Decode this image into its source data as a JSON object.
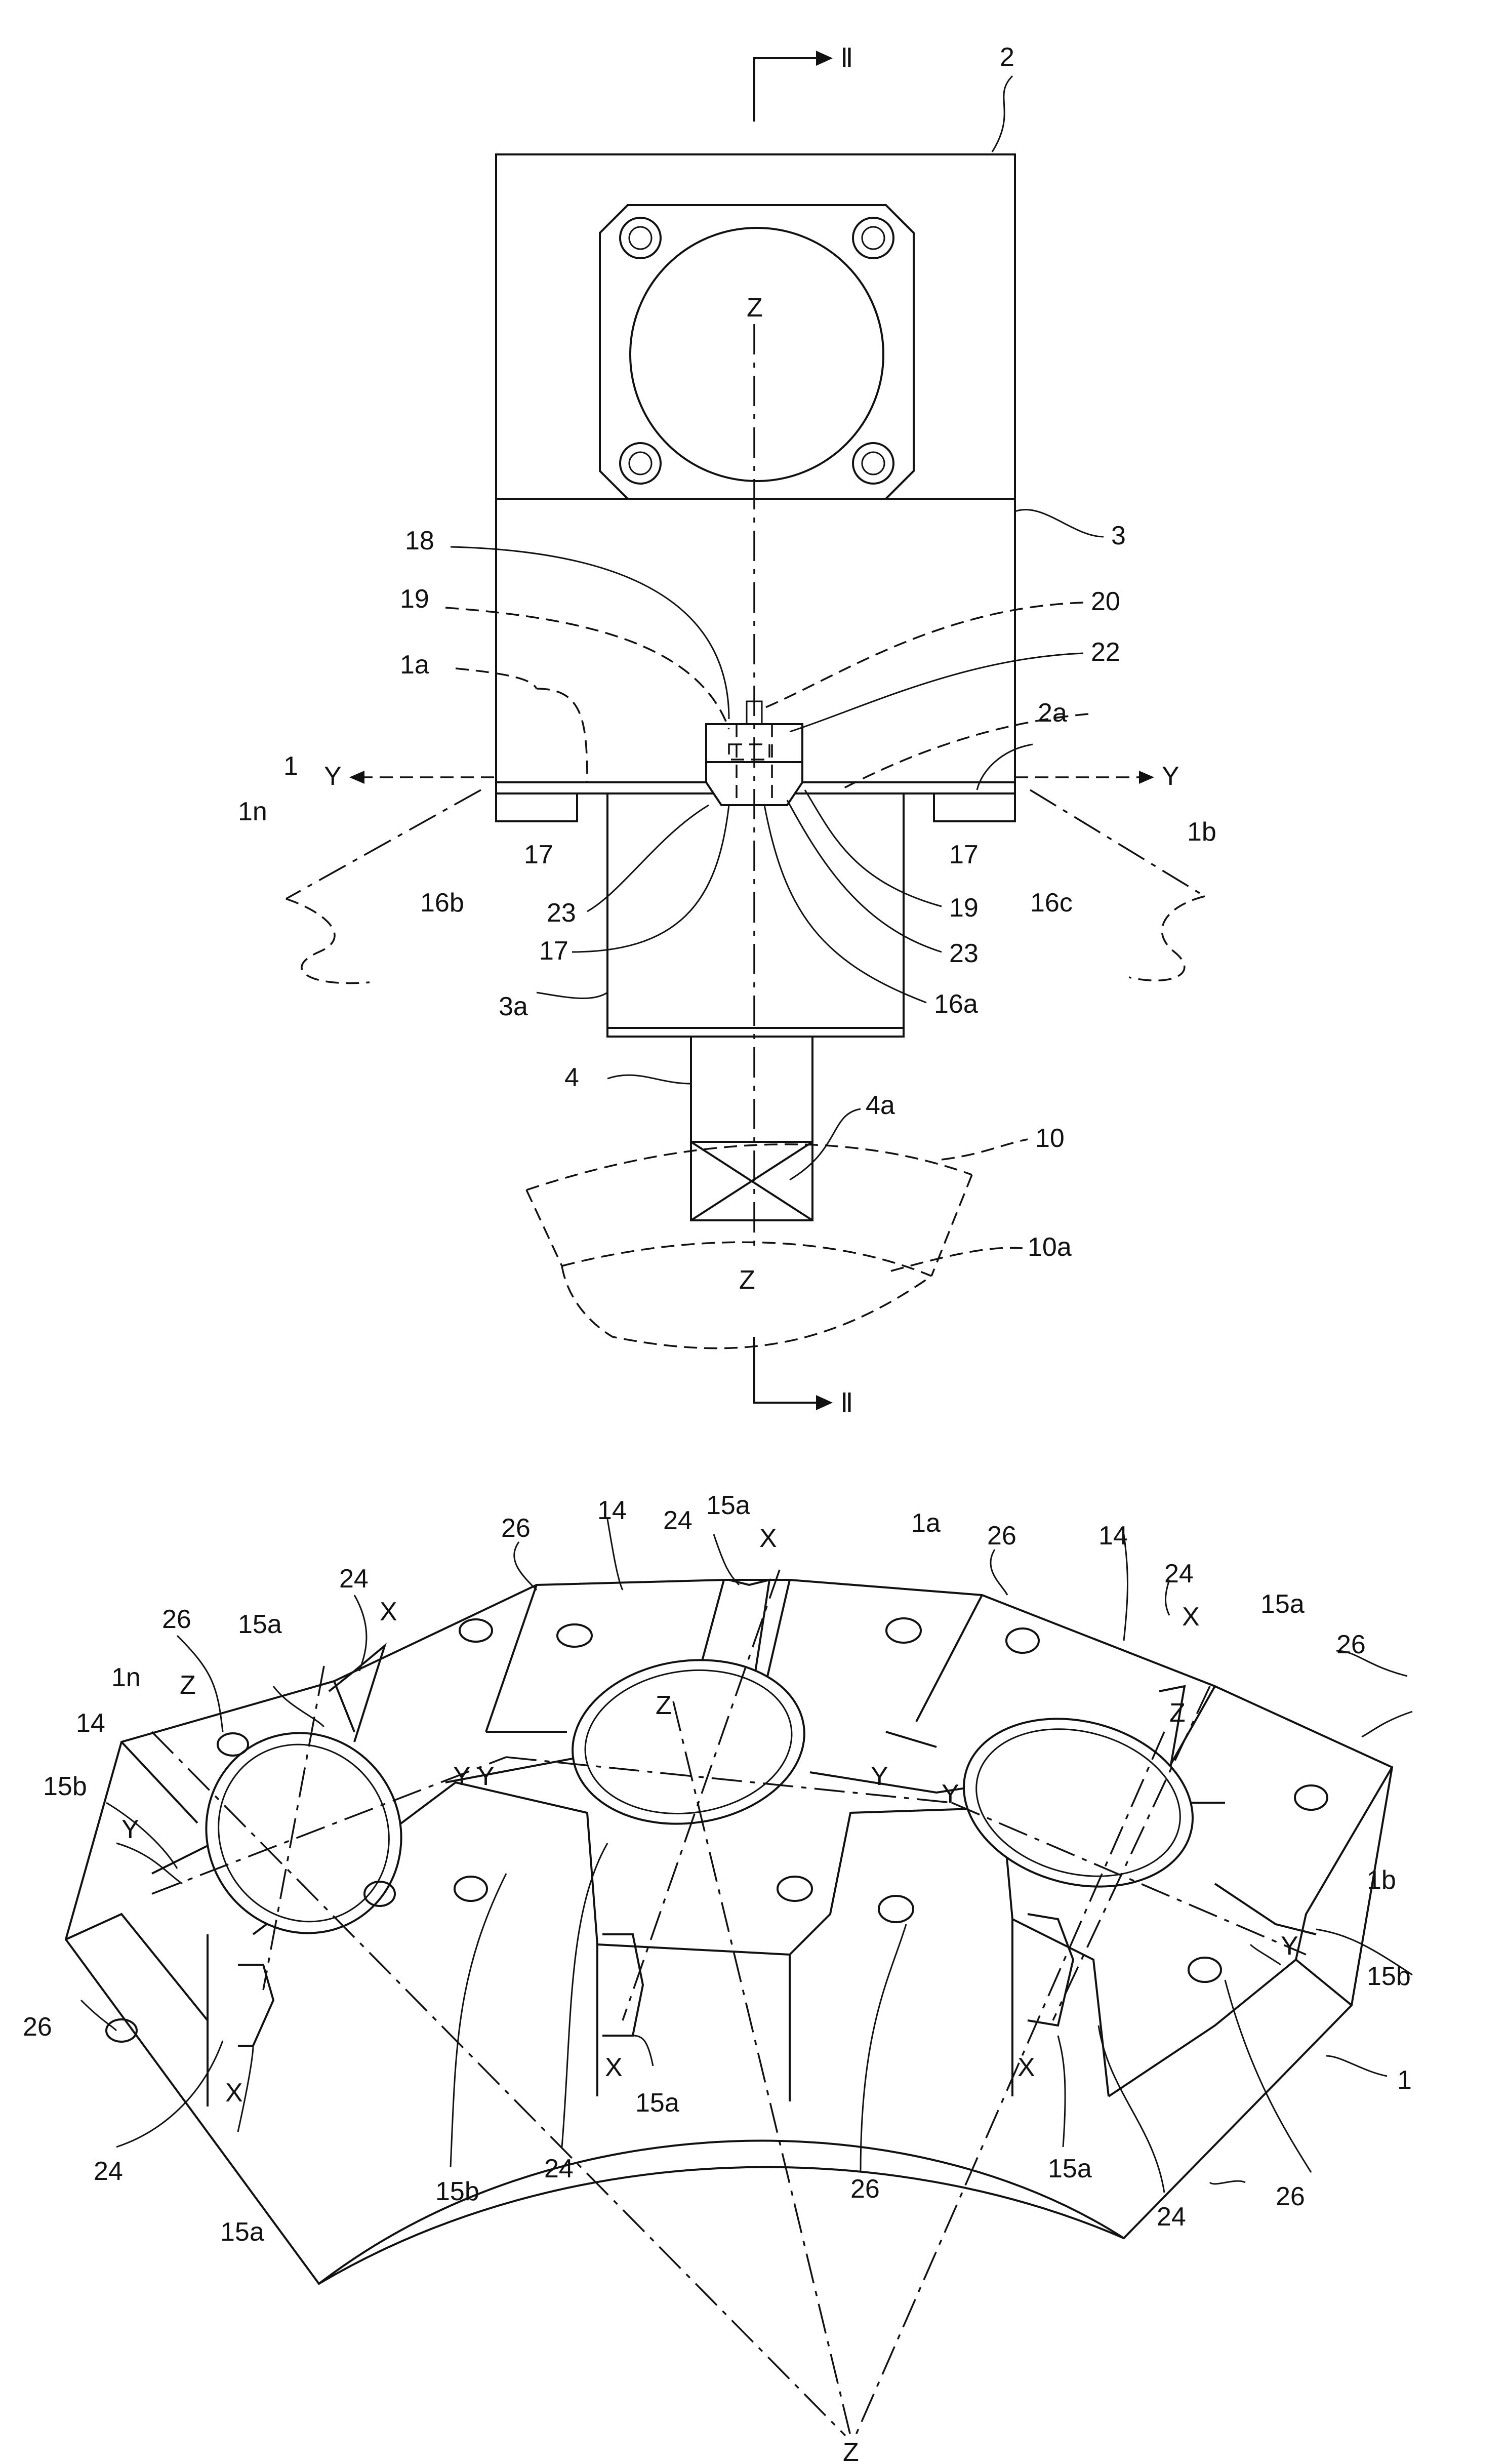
{
  "figure_top": {
    "labels": {
      "l2": "2",
      "l3": "3",
      "l18": "18",
      "l19a": "19",
      "l20": "20",
      "l1a": "1a",
      "l22": "22",
      "l2a": "2a",
      "l1": "1",
      "l1n": "1n",
      "l1b": "1b",
      "l17a": "17",
      "l17b": "17",
      "l17c": "17",
      "l16b": "16b",
      "l16c": "16c",
      "l23a": "23",
      "l23b": "23",
      "l19b": "19",
      "l16a": "16a",
      "l3a": "3a",
      "l4": "4",
      "l4a": "4a",
      "l10": "10",
      "l10a": "10a",
      "zTop": "Z",
      "zBottom": "Z",
      "yLeft": "Y",
      "yRight": "Y",
      "secTop": "Ⅱ",
      "secBottom": "Ⅱ"
    }
  },
  "figure_bottom": {
    "labels": {
      "b26a": "26",
      "b14a": "14",
      "b24a": "24",
      "b15aTop": "15a",
      "b1a": "1a",
      "b26b": "26",
      "b24b": "24",
      "b26c": "26",
      "b15a1": "15a",
      "bX1": "X",
      "b24c": "24",
      "b1n": "1n",
      "bZ1": "Z",
      "b14b": "14",
      "b15bL": "15b",
      "bY1": "Y",
      "bZ2": "Z",
      "bX2": "X",
      "bYY": "Y Y",
      "b14c": "14",
      "bX3": "X",
      "b15aR": "15a",
      "b26d": "26",
      "bZ3": "Z",
      "bY2": "Y",
      "bY3": "Y",
      "b1b": "1b",
      "b26e": "26",
      "bX4": "X",
      "b15aMid": "15a",
      "bY4": "Y",
      "b15bR": "15b",
      "bX5": "X",
      "b1": "1",
      "b24d": "24",
      "b15b": "15b",
      "b24e": "24",
      "b26f": "26",
      "b15a2": "15a",
      "bX6": "X",
      "b15a3": "15a",
      "b26g": "26",
      "b24f": "24",
      "bZBottom": "Z"
    }
  }
}
